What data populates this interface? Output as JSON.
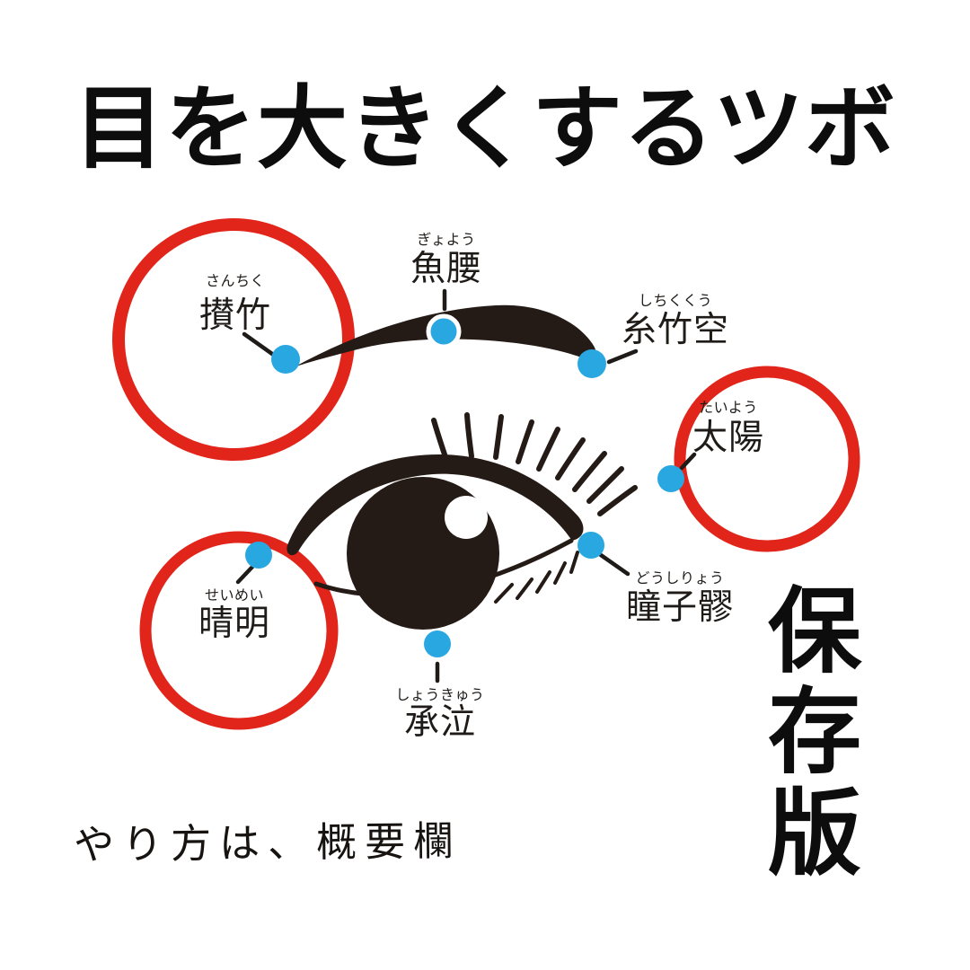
{
  "title": "目を大きくするツボ",
  "badge": "保存版",
  "footer_note": "やり方は、概要欄",
  "colors": {
    "background": "#FFFFFF",
    "ink": "#241A16",
    "text_black": "#0D0D0D",
    "dot_blue": "#29A7E1",
    "highlight_circle_red": "#E1251B"
  },
  "points": [
    {
      "id": "sanchiku",
      "name": "攅竹",
      "reading": "さんちく",
      "highlighted_with_red_circle": true
    },
    {
      "id": "gyoyo",
      "name": "魚腰",
      "reading": "ぎょよう",
      "highlighted_with_red_circle": false
    },
    {
      "id": "shichikuku",
      "name": "糸竹空",
      "reading": "しちくくう",
      "highlighted_with_red_circle": false
    },
    {
      "id": "taiyo",
      "name": "太陽",
      "reading": "たいよう",
      "highlighted_with_red_circle": true
    },
    {
      "id": "doshiryo",
      "name": "瞳子髎",
      "reading": "どうしりょう",
      "highlighted_with_red_circle": false
    },
    {
      "id": "seimei",
      "name": "晴明",
      "reading": "せいめい",
      "highlighted_with_red_circle": true
    },
    {
      "id": "shokyu",
      "name": "承泣",
      "reading": "しょうきゅう",
      "highlighted_with_red_circle": false
    }
  ]
}
